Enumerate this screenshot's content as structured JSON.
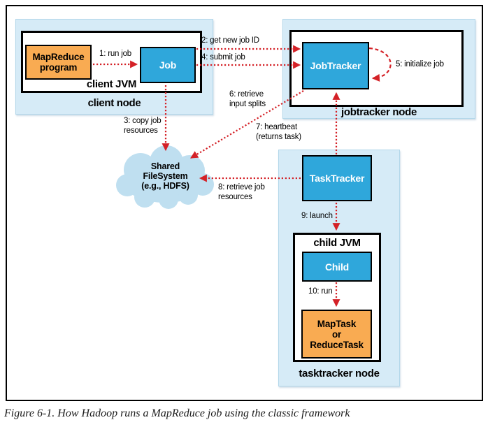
{
  "figure": {
    "caption": "Figure 6-1. How Hadoop runs a MapReduce job using the classic framework"
  },
  "client_node": {
    "label": "client node",
    "jvm_label": "client JVM",
    "mapreduce_program": "MapReduce\nprogram",
    "job": "Job"
  },
  "jobtracker_node": {
    "label": "jobtracker node",
    "jobtracker": "JobTracker"
  },
  "tasktracker_node": {
    "label": "tasktracker node",
    "tasktracker": "TaskTracker",
    "child_jvm_label": "child JVM",
    "child": "Child",
    "task": "MapTask\nor\nReduceTask"
  },
  "cloud": {
    "label": "Shared\nFileSystem\n(e.g., HDFS)"
  },
  "steps": {
    "s1": "1: run job",
    "s2": "2: get new job ID",
    "s3": "3: copy job\nresources",
    "s4": "4: submit job",
    "s5": "5: initialize job",
    "s6": "6: retrieve\ninput splits",
    "s7": "7: heartbeat\n(returns task)",
    "s8": "8: retrieve job\nresources",
    "s9": "9: launch",
    "s10": "10: run"
  },
  "colors": {
    "panel_blue": "#d6ebf7",
    "cloud_blue": "#bfdff0",
    "box_blue": "#2fa7db",
    "box_orange": "#f9ab52",
    "arrow_red": "#d42127",
    "border_black": "#000000"
  }
}
